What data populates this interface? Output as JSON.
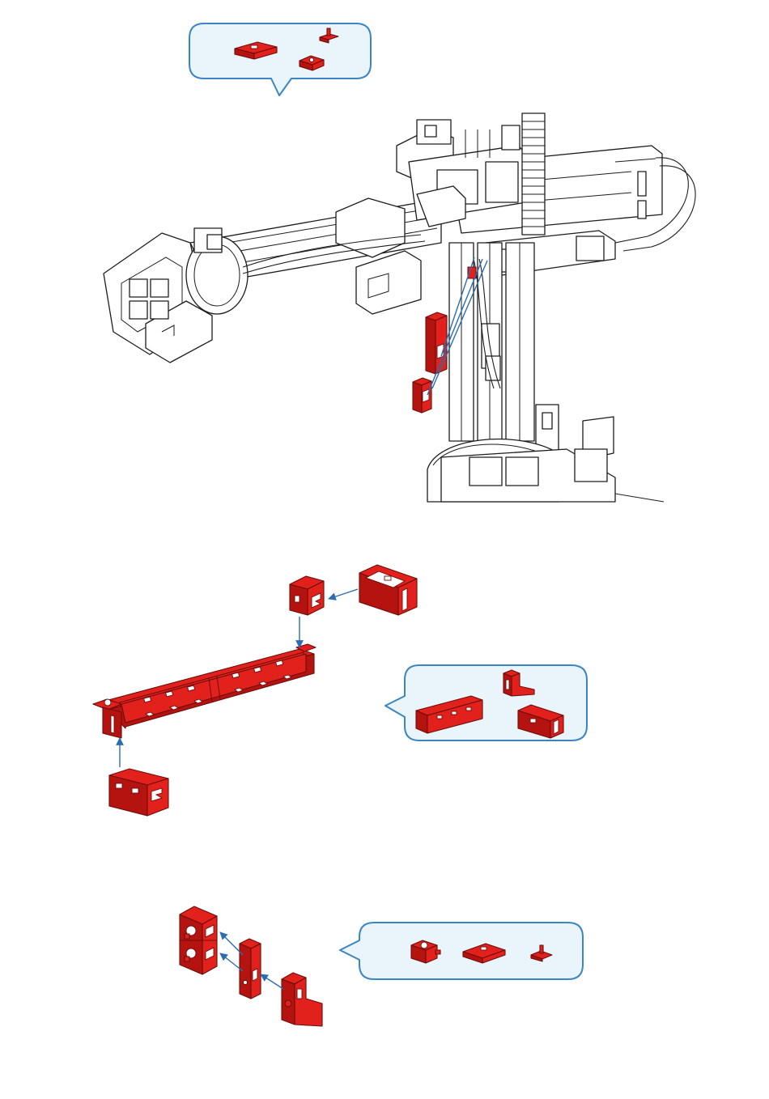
{
  "colors": {
    "part_red": "#e3211c",
    "part_outline": "#6b0d0b",
    "arrow_blue": "#2c6db0",
    "bubble_fill": "#eaf4fb",
    "bubble_stroke": "#3a86c4",
    "line_art": "#1c1c1c"
  },
  "steps": [
    {
      "id": "step-1",
      "illustration": "robot-arm-assembly",
      "callout_parts": [
        "building-block-15-red",
        "angle-block-small",
        "building-block-5-red"
      ]
    },
    {
      "id": "step-2",
      "illustration": "red-rail-assembly",
      "callout_parts": [
        "angle-girder-red",
        "angle-bracket-red",
        "angle-block-box-red"
      ]
    },
    {
      "id": "step-3",
      "illustration": "side-block-assembly",
      "callout_parts": [
        "building-block-with-bore",
        "building-block-15-red",
        "angle-block-small"
      ]
    }
  ]
}
